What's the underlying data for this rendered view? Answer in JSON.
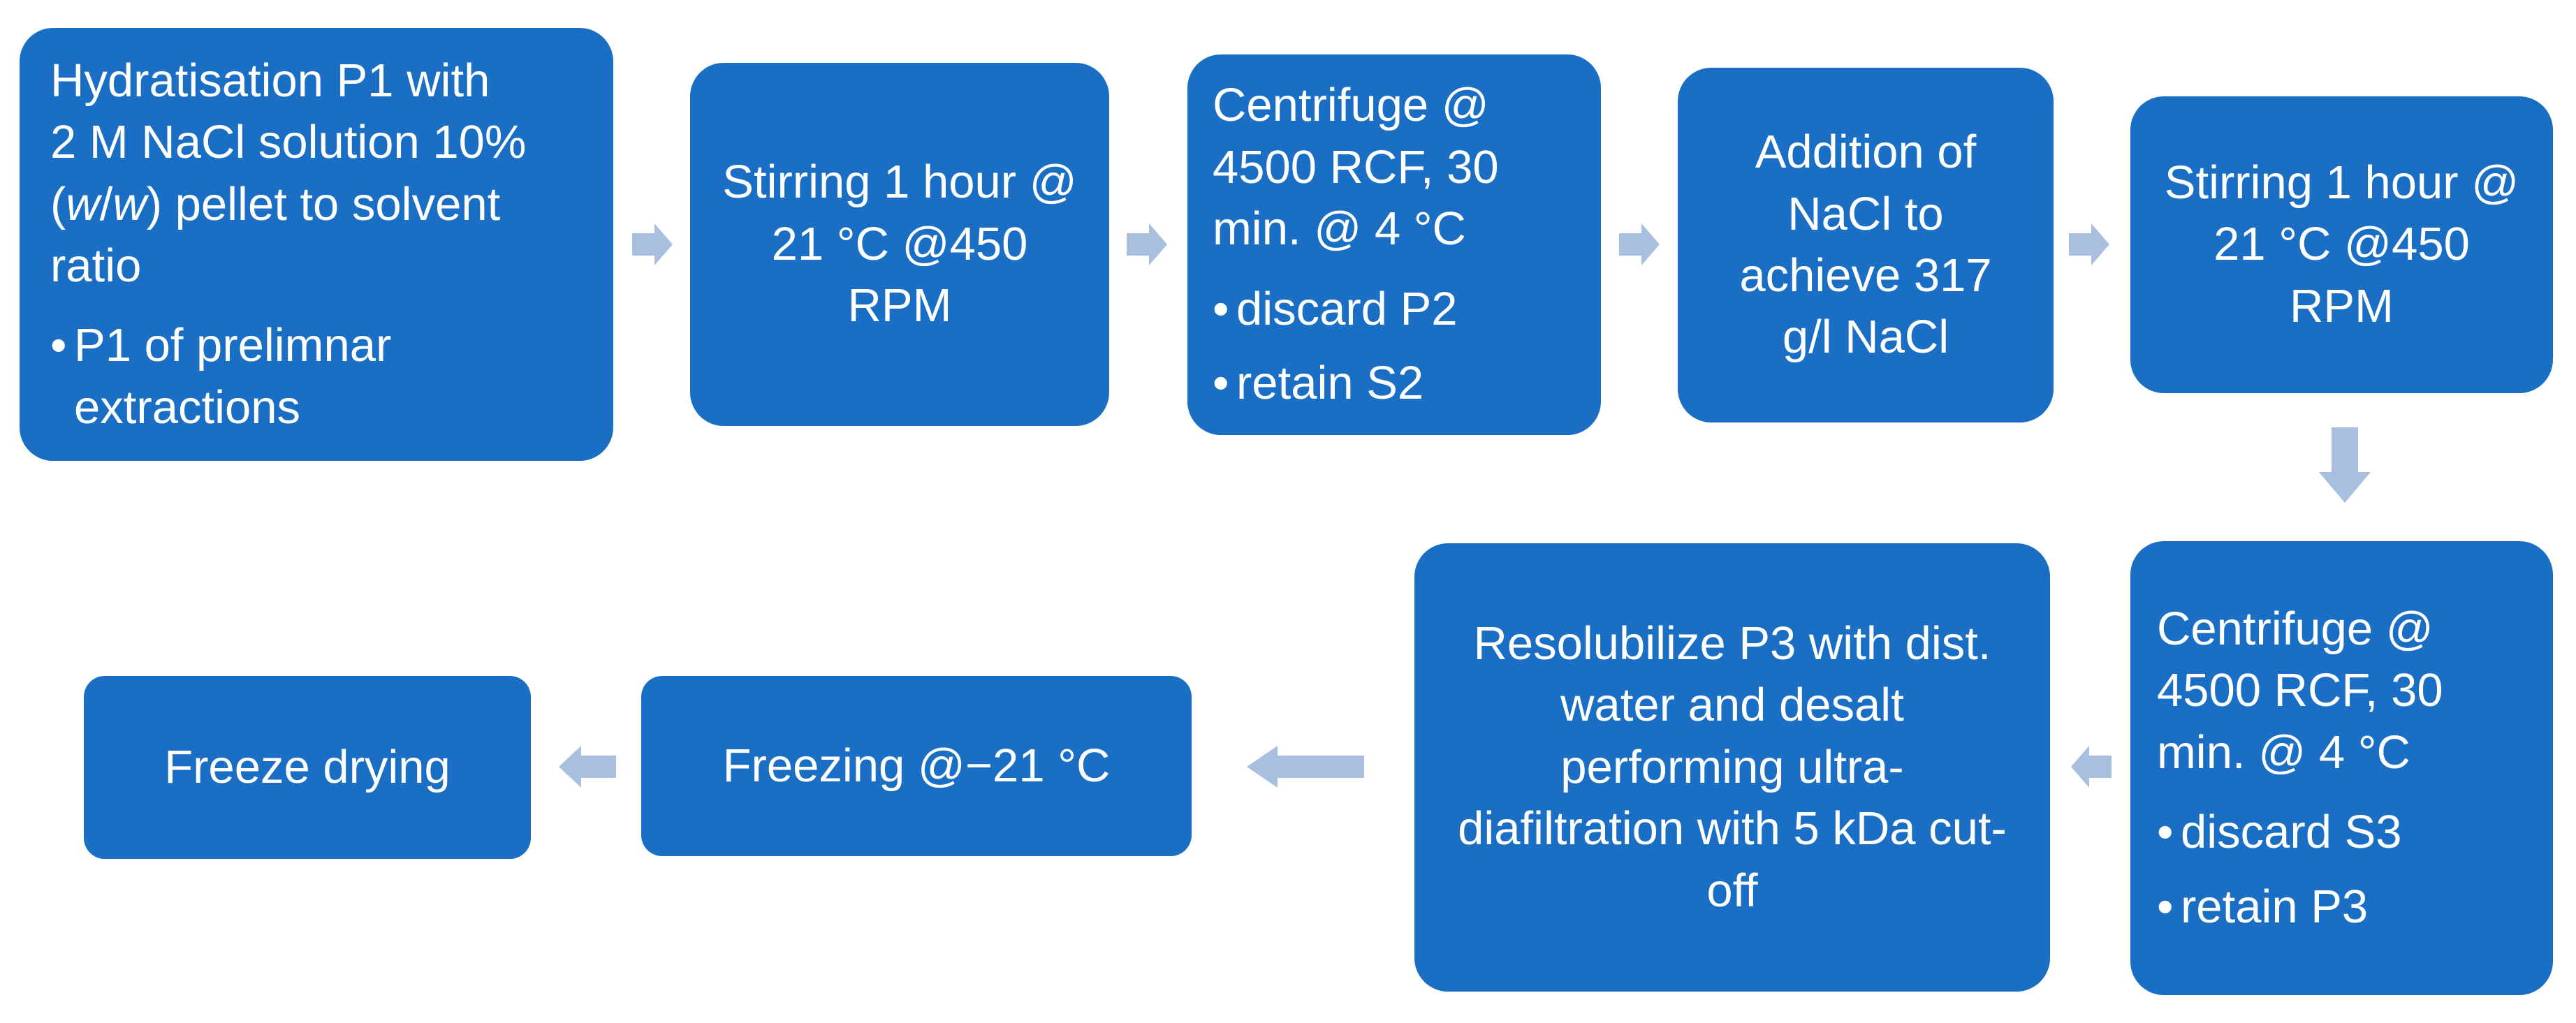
{
  "colors": {
    "box_fill": "#1a6fc4",
    "box_text": "#ffffff",
    "arrow": "#a9bfe0"
  },
  "steps": {
    "step1": {
      "line_a": "Hydratisation P1 with",
      "line_b_pre": "2 M NaCl solution 10%",
      "line_c_pre": "(",
      "line_c_w1": "w",
      "line_c_sep": "/",
      "line_c_w2": "w",
      "line_c_post": ") pellet to solvent",
      "line_d": "ratio",
      "bullets": [
        "P1 of prelimnar extractions"
      ]
    },
    "step2": {
      "text": "Stirring 1 hour @ 21 °C @450 RPM"
    },
    "step3": {
      "text": "Centrifuge @ 4500 RCF, 30 min. @ 4 °C",
      "bullets": [
        "discard P2",
        "retain S2"
      ]
    },
    "step4": {
      "text": "Addition of NaCl to achieve 317 g/l NaCl"
    },
    "step5": {
      "text": "Stirring 1 hour @ 21 °C @450 RPM"
    },
    "step6": {
      "text": "Centrifuge @ 4500 RCF, 30 min. @ 4 °C",
      "bullets": [
        "discard S3",
        "retain P3"
      ]
    },
    "step7": {
      "text": "Resolubilize P3 with dist. water and desalt performing ultra-diafiltration with 5 kDa cut-off"
    },
    "step8": {
      "text": "Freezing @−21 °C"
    },
    "step9": {
      "text": "Freeze drying"
    }
  }
}
